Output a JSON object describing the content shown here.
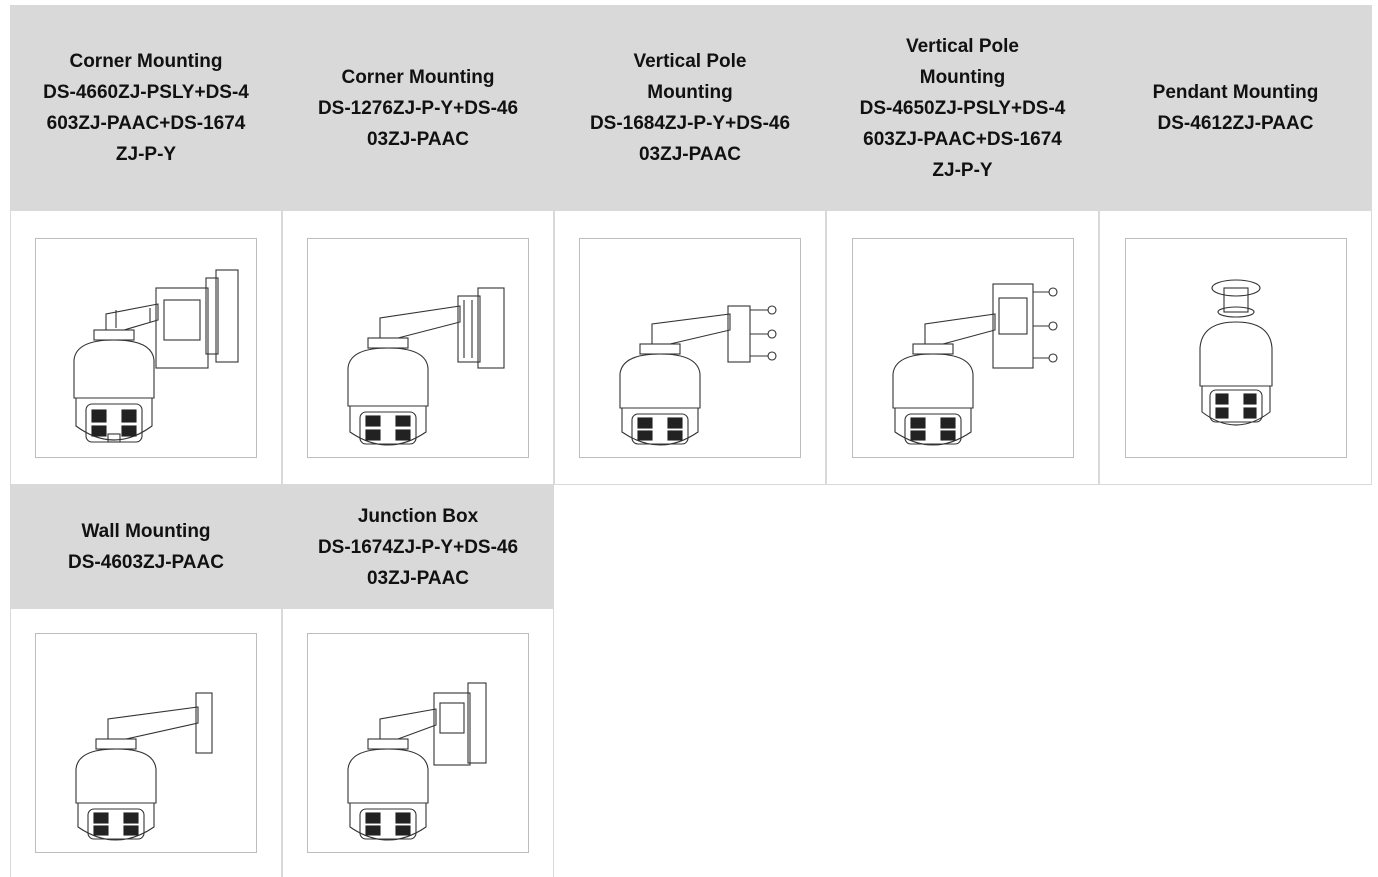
{
  "mountings": [
    {
      "title": "Corner Mounting\nDS-4660ZJ-PSLY+DS-4\n603ZJ-PAAC+DS-1674\nZJ-P-Y",
      "icon": "corner-mount-pslY-illustration"
    },
    {
      "title": "Corner Mounting\nDS-1276ZJ-P-Y+DS-46\n03ZJ-PAAC",
      "icon": "corner-mount-illustration"
    },
    {
      "title": "Vertical Pole\nMounting\nDS-1684ZJ-P-Y+DS-46\n03ZJ-PAAC",
      "icon": "pole-mount-illustration"
    },
    {
      "title": "Vertical Pole\nMounting\nDS-4650ZJ-PSLY+DS-4\n603ZJ-PAAC+DS-1674\nZJ-P-Y",
      "icon": "pole-mount-psly-illustration"
    },
    {
      "title": "Pendant Mounting\nDS-4612ZJ-PAAC",
      "icon": "pendant-mount-illustration"
    },
    {
      "title": "Wall Mounting\nDS-4603ZJ-PAAC",
      "icon": "wall-mount-illustration"
    },
    {
      "title": "Junction Box\nDS-1674ZJ-P-Y+DS-46\n03ZJ-PAAC",
      "icon": "junction-box-illustration"
    }
  ]
}
